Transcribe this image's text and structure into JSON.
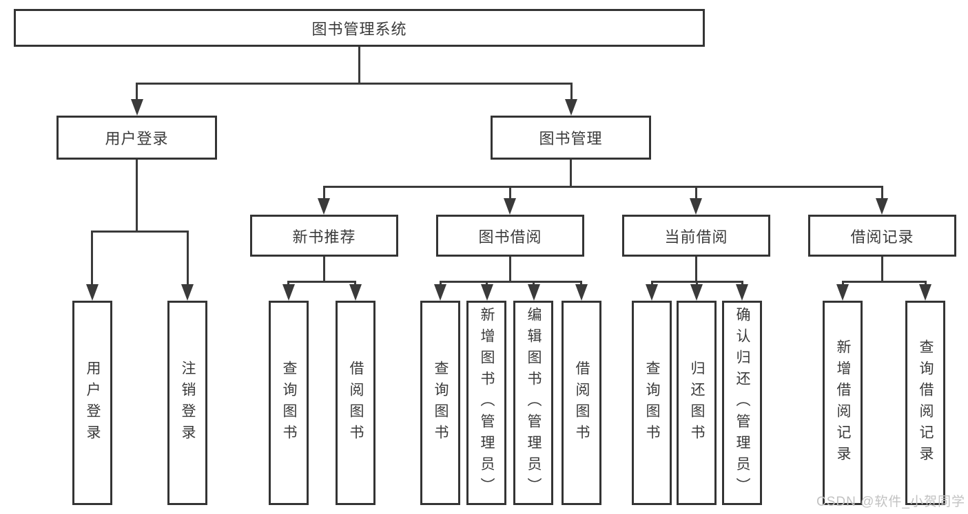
{
  "diagram": {
    "type": "tree",
    "root": {
      "label": "图书管理系统",
      "children": [
        {
          "label": "用户登录",
          "children": [
            {
              "label": "用户登录"
            },
            {
              "label": "注销登录"
            }
          ]
        },
        {
          "label": "图书管理",
          "children": [
            {
              "label": "新书推荐",
              "children": [
                {
                  "label": "查询图书"
                },
                {
                  "label": "借阅图书"
                }
              ]
            },
            {
              "label": "图书借阅",
              "children": [
                {
                  "label": "查询图书"
                },
                {
                  "label": "新增图书（管理员）"
                },
                {
                  "label": "编辑图书（管理员）"
                },
                {
                  "label": "借阅图书"
                }
              ]
            },
            {
              "label": "当前借阅",
              "children": [
                {
                  "label": "查询图书"
                },
                {
                  "label": "归还图书"
                },
                {
                  "label": "确认归还（管理员）"
                }
              ]
            },
            {
              "label": "借阅记录",
              "children": [
                {
                  "label": "新增借阅记录"
                },
                {
                  "label": "查询借阅记录"
                }
              ]
            }
          ]
        }
      ]
    }
  },
  "watermark": "CSDN @软件_小贺同学",
  "colors": {
    "line": "#3a3a3a",
    "box_border": "#343434",
    "text": "#3a3a3a",
    "watermark": "#c2c2c2",
    "background": "#ffffff"
  }
}
